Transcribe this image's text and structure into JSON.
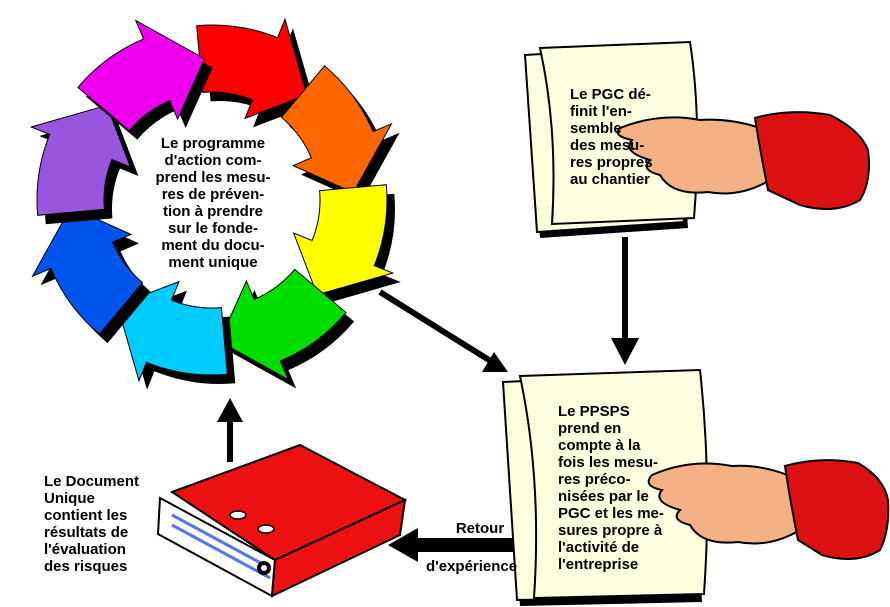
{
  "cycle": {
    "text_lines": [
      "Le programme",
      "d'action com-",
      "prend les mesu-",
      "res de préven-",
      "tion à prendre",
      "sur le fonde-",
      "ment du docu-",
      "ment unique"
    ],
    "arrow_colors": [
      "#ff0000",
      "#ff6600",
      "#ffff00",
      "#00dd00",
      "#00ccff",
      "#0055ee",
      "#9955dd",
      "#ee00ee"
    ],
    "shadow_color": "#000000"
  },
  "pgc_doc": {
    "text_lines": [
      "Le PGC dé-",
      "finit l'en-",
      "semble",
      "des mesu-",
      "res propres",
      "au chantier"
    ],
    "paper_color": "#ffffe0"
  },
  "ppsps_doc": {
    "text_lines": [
      "Le PPSPS",
      "prend en",
      "compte à la",
      "fois les mesu-",
      "res préco-",
      "nisées par le",
      "PGC et les me-",
      "sures propre à",
      "l'activité de",
      "l'entreprise"
    ],
    "paper_color": "#ffffe0"
  },
  "document_unique": {
    "text_lines": [
      "Le Document",
      "Unique",
      "contient les",
      "résultats de",
      "l'évaluation",
      "des risques"
    ],
    "binder_color": "#ee1111"
  },
  "feedback": {
    "line1": "Retour",
    "line2": "d'expérience"
  },
  "hand": {
    "skin_color": "#f4b183",
    "sleeve_color": "#dd1111"
  }
}
